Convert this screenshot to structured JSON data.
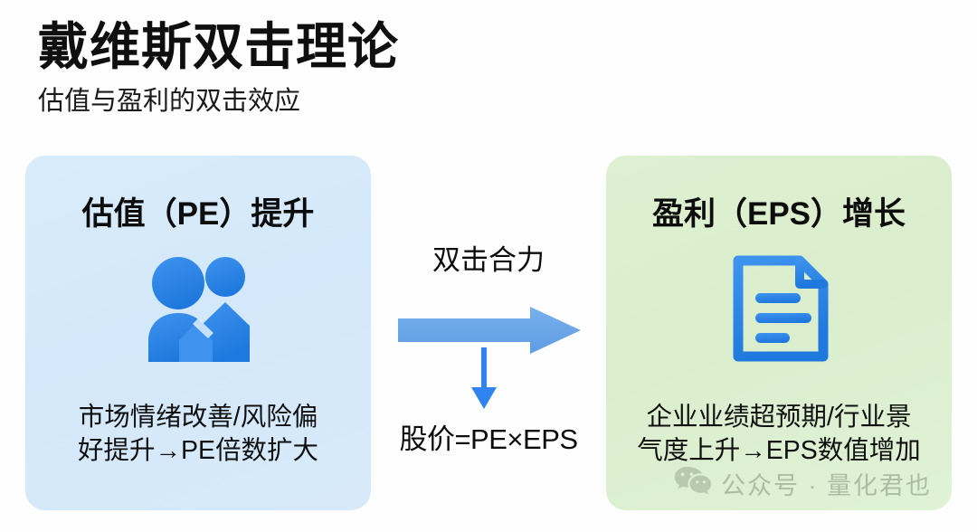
{
  "header": {
    "title": "戴维斯双击理论",
    "subtitle": "估值与盈利的双击效应"
  },
  "cards": [
    {
      "id": "valuation",
      "title": "估值（PE）提升",
      "icon": "two-people-icon",
      "desc_line1": "市场情绪改善/风险偏",
      "desc_line2": "好提升→PE倍数扩大",
      "bg_color": "#d6eafb"
    },
    {
      "id": "earnings",
      "title": "盈利（EPS）增长",
      "icon": "document-icon",
      "desc_line1": "企业业绩超预期/行业景",
      "desc_line2": "气度上升→EPS数值增加",
      "bg_color": "#dbf0d0"
    }
  ],
  "middle": {
    "force_label": "双击合力",
    "formula": "股价=PE×EPS",
    "horizontal_arrow_color": "#6fa8e8",
    "vertical_arrow_color": "#3183f0"
  },
  "watermark": {
    "icon": "wechat-icon",
    "text": "公众号 · 量化君也",
    "color": "#707e6b"
  },
  "theme": {
    "icon_blue": "#2e86e6",
    "text_dark": "#0d0d0d"
  }
}
